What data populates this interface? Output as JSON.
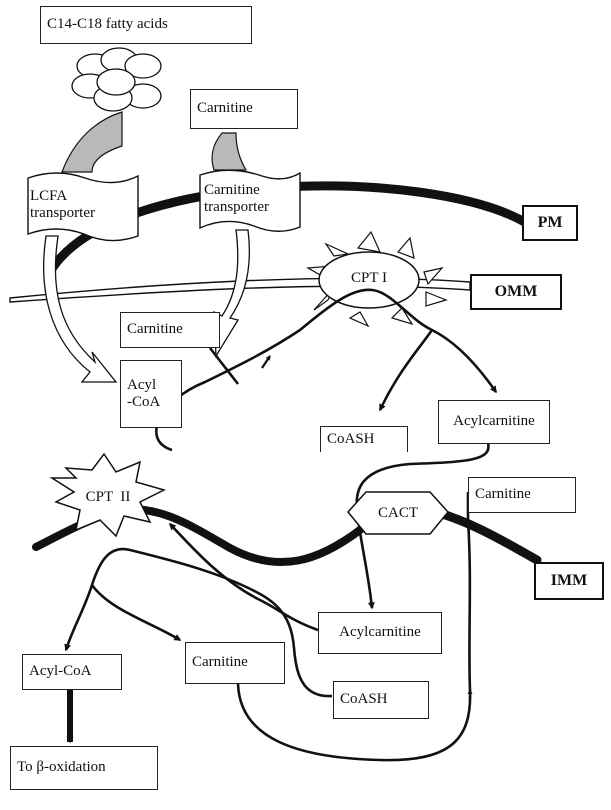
{
  "labels": {
    "fatty_acids": "C14-C18 fatty acids",
    "carnitine_outside": "Carnitine",
    "lcfa_transporter": "LCFA\ntransporter",
    "carnitine_transporter": "Carnitine\ntransporter",
    "pm": "PM",
    "cpt1": "CPT I",
    "omm": "OMM",
    "carnitine_cyto": "Carnitine",
    "acyl_coa_cyto": "Acyl\n-CoA",
    "coash_cyto": "CoASH",
    "acylcarnitine_ims": "Acylcarnitine",
    "cpt2": "CPT  II",
    "cact": "CACT",
    "carnitine_ims": "Carnitine",
    "imm": "IMM",
    "acylcarnitine_matrix": "Acylcarnitine",
    "acyl_coa_matrix": "Acyl-CoA",
    "carnitine_matrix": "Carnitine",
    "coash_matrix": "CoASH",
    "beta_oxidation": "To β-oxidation"
  },
  "colors": {
    "ink": "#111111",
    "transporter_arm": "#b9b9b9",
    "background": "#ffffff"
  }
}
